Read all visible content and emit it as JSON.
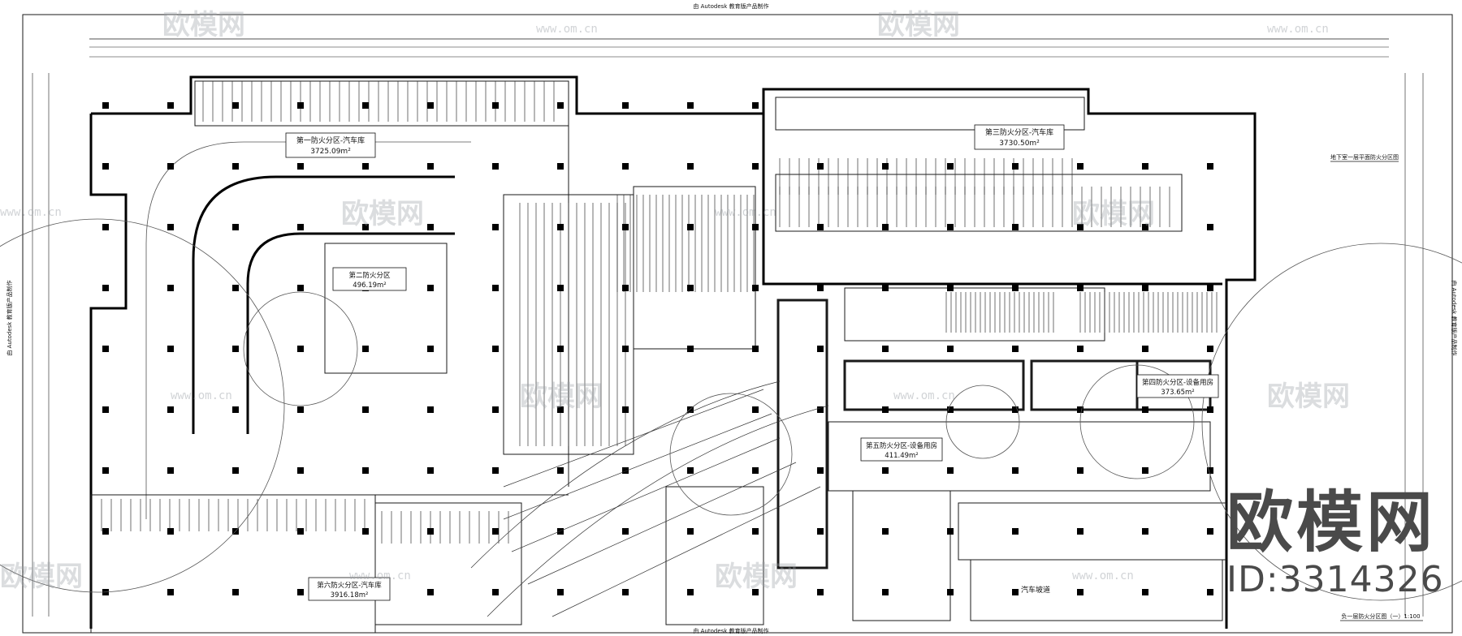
{
  "header": {
    "top_caption": "由 Autodesk 教育版产品制作",
    "bottom_caption": "由 Autodesk 教育版产品制作",
    "left_side_caption": "由 Autodesk 教育版产品制作",
    "right_side_caption": "由 Autodesk 教育版产品制作"
  },
  "zones": [
    {
      "name": "第一防火分区-汽车库",
      "area": "3725.09m²"
    },
    {
      "name": "第三防火分区-汽车库",
      "area": "3730.50m²"
    },
    {
      "name": "第二防火分区",
      "area": "496.19m²"
    },
    {
      "name": "第四防火分区-设备用房",
      "area": "373.65m²"
    },
    {
      "name": "第五防火分区-设备用房",
      "area": "411.49m²"
    },
    {
      "name": "第六防火分区-汽车库",
      "area": "3916.18m²"
    },
    {
      "name": "汽车坡道",
      "area": ""
    }
  ],
  "drawing": {
    "side_title": "地下室一层平面防火分区图",
    "sheet_title": "负一层防火分区图（一）1:100"
  },
  "watermark": {
    "brand": "欧模网",
    "url": "www.om.cn",
    "id_text": "ID:3314326"
  },
  "colors": {
    "line": "#1a1a1a",
    "thin": "#555555",
    "column": "#000000",
    "watermark": "#9aa0a6"
  }
}
